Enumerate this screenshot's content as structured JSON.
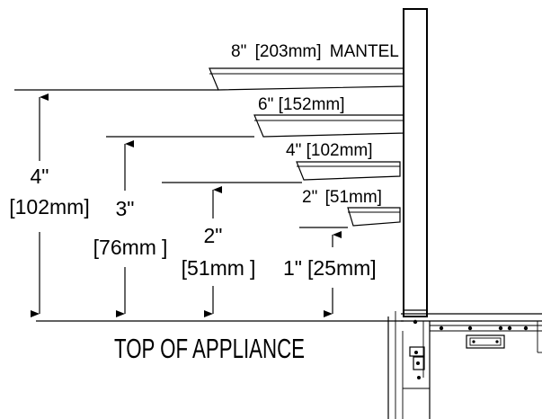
{
  "mantels": [
    {
      "inch": "8\"",
      "mm": "203mm",
      "suffix": "MANTEL"
    },
    {
      "inch": "6\"",
      "mm": "152mm"
    },
    {
      "inch": "4\"",
      "mm": "102mm"
    },
    {
      "inch": "2\"",
      "mm": "51mm"
    }
  ],
  "clearances": [
    {
      "inch": "4\"",
      "mm": "102mm"
    },
    {
      "inch": "3\"",
      "mm": "76mm"
    },
    {
      "inch": "2\"",
      "mm": "51mm"
    },
    {
      "inch": "1\"",
      "mm": "25mm"
    }
  ],
  "baseline_label": "TOP OF APPLIANCE"
}
